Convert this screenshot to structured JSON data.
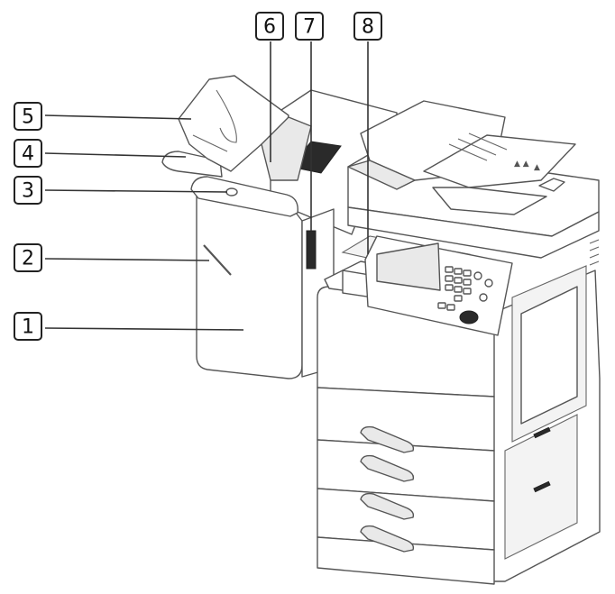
{
  "callouts": [
    {
      "id": "1",
      "label": "1"
    },
    {
      "id": "2",
      "label": "2"
    },
    {
      "id": "3",
      "label": "3"
    },
    {
      "id": "4",
      "label": "4"
    },
    {
      "id": "5",
      "label": "5"
    },
    {
      "id": "6",
      "label": "6"
    },
    {
      "id": "7",
      "label": "7"
    },
    {
      "id": "8",
      "label": "8"
    }
  ],
  "colors": {
    "outline": "#555555",
    "background": "#ffffff",
    "shading": "#e9e9e9"
  }
}
